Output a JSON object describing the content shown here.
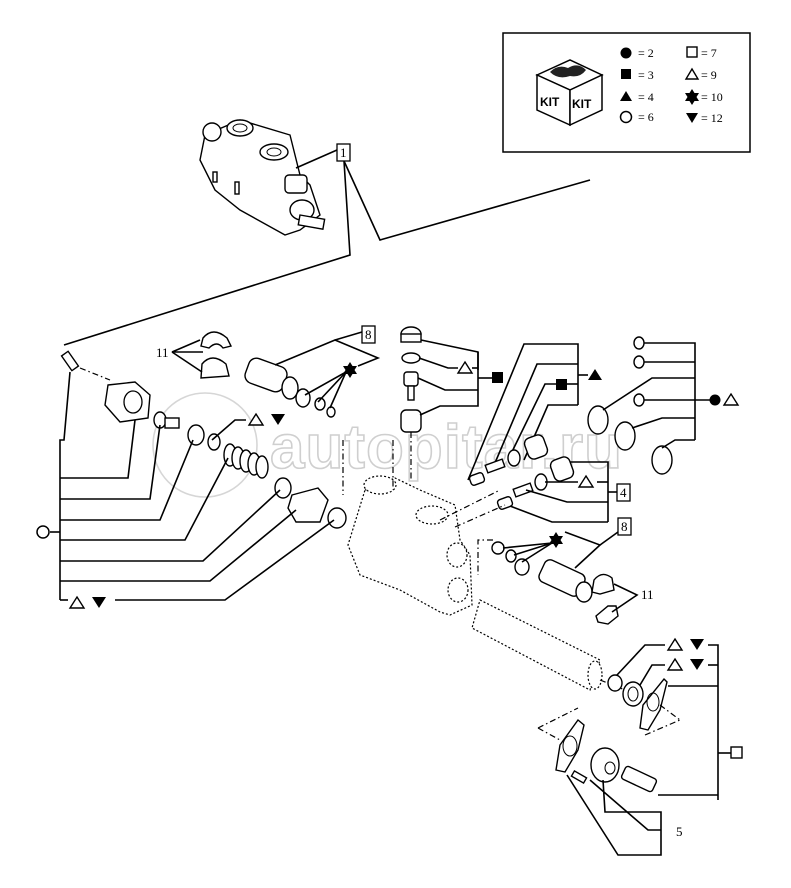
{
  "watermark": {
    "text": "autopitar.ru"
  },
  "legend": {
    "kit_icon_label_left": "KIT",
    "kit_icon_label_right": "KIT",
    "entries": [
      {
        "symbol": "filled-circle",
        "value": "= 2"
      },
      {
        "symbol": "filled-square",
        "value": "= 3"
      },
      {
        "symbol": "filled-triangle-up",
        "value": "= 4"
      },
      {
        "symbol": "open-circle",
        "value": "= 6"
      },
      {
        "symbol": "open-square",
        "value": "= 7"
      },
      {
        "symbol": "open-triangle-up",
        "value": "= 9"
      },
      {
        "symbol": "filled-star",
        "value": "= 10"
      },
      {
        "symbol": "filled-triangle-down",
        "value": "= 12"
      }
    ]
  },
  "callouts": {
    "assembly": "1",
    "left_kit_box": "8",
    "right_kit_box": "8",
    "spring_kit_box": "4",
    "clip_left": "11",
    "clip_right": "11",
    "bolt_ref": "5"
  }
}
